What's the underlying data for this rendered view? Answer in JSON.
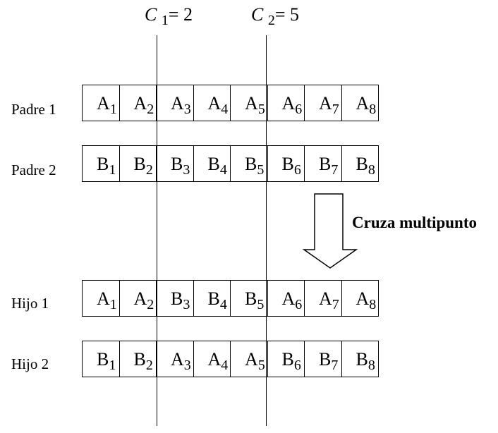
{
  "cut_points": [
    {
      "letter": "C",
      "index": "1",
      "value": "= 2"
    },
    {
      "letter": "C",
      "index": "2",
      "value": "= 5"
    }
  ],
  "rows": [
    {
      "label": "Padre 1",
      "genes": [
        [
          "A",
          "1"
        ],
        [
          "A",
          "2"
        ],
        [
          "A",
          "3"
        ],
        [
          "A",
          "4"
        ],
        [
          "A",
          "5"
        ],
        [
          "A",
          "6"
        ],
        [
          "A",
          "7"
        ],
        [
          "A",
          "8"
        ]
      ]
    },
    {
      "label": "Padre 2",
      "genes": [
        [
          "B",
          "1"
        ],
        [
          "B",
          "2"
        ],
        [
          "B",
          "3"
        ],
        [
          "B",
          "4"
        ],
        [
          "B",
          "5"
        ],
        [
          "B",
          "6"
        ],
        [
          "B",
          "7"
        ],
        [
          "B",
          "8"
        ]
      ]
    },
    {
      "label": "Hijo 1",
      "genes": [
        [
          "A",
          "1"
        ],
        [
          "A",
          "2"
        ],
        [
          "B",
          "3"
        ],
        [
          "B",
          "4"
        ],
        [
          "B",
          "5"
        ],
        [
          "A",
          "6"
        ],
        [
          "A",
          "7"
        ],
        [
          "A",
          "8"
        ]
      ]
    },
    {
      "label": "Hijo 2",
      "genes": [
        [
          "B",
          "1"
        ],
        [
          "B",
          "2"
        ],
        [
          "A",
          "3"
        ],
        [
          "A",
          "4"
        ],
        [
          "A",
          "5"
        ],
        [
          "B",
          "6"
        ],
        [
          "B",
          "7"
        ],
        [
          "B",
          "8"
        ]
      ]
    }
  ],
  "operation_label": "Cruza multipunto",
  "arrow_icon": "down-arrow-icon"
}
